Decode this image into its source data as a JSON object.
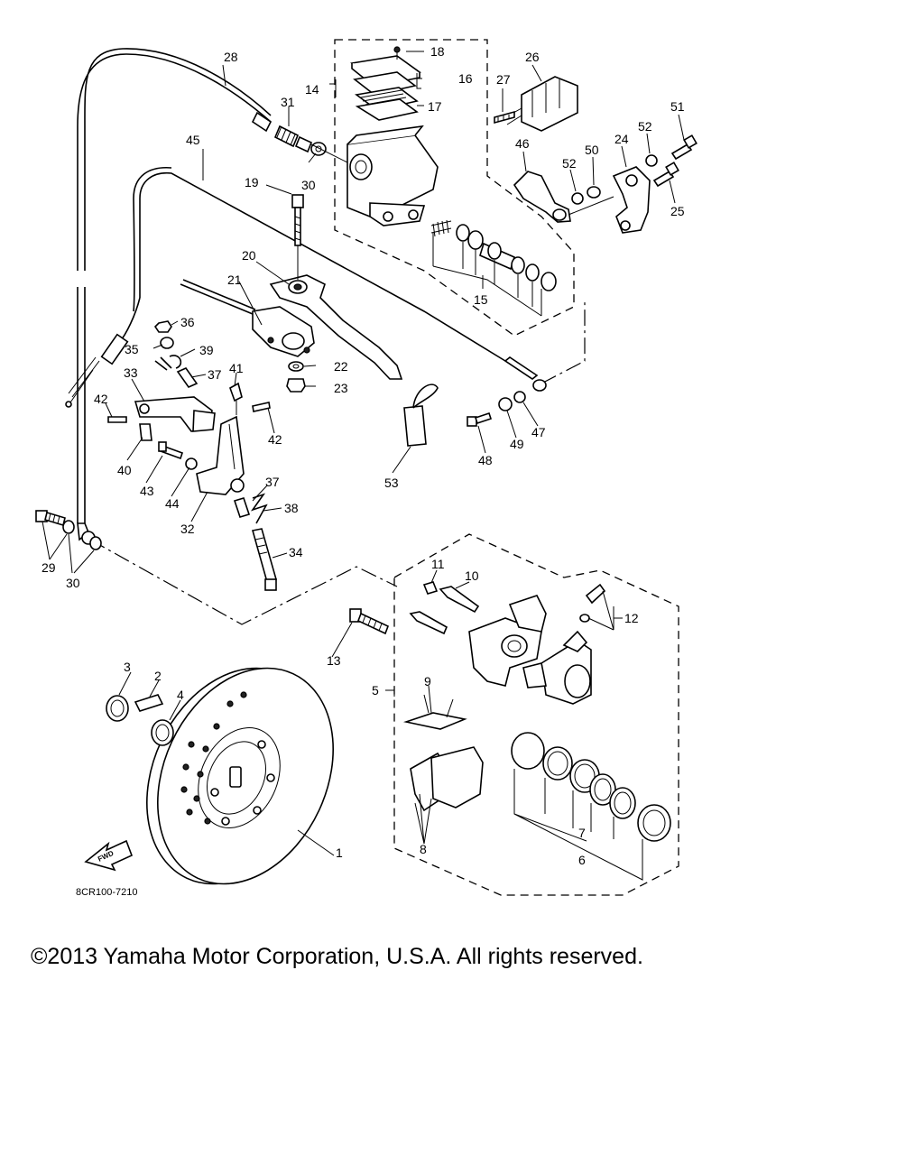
{
  "diagram": {
    "drawing_code": "8CR100-7210",
    "fwd_label": "FWD",
    "callouts": {
      "c1": "1",
      "c2": "2",
      "c3": "3",
      "c4": "4",
      "c5": "5",
      "c6": "6",
      "c7": "7",
      "c8": "8",
      "c9": "9",
      "c10": "10",
      "c11": "11",
      "c12": "12",
      "c13": "13",
      "c14": "14",
      "c15": "15",
      "c16": "16",
      "c17": "17",
      "c18": "18",
      "c19": "19",
      "c20": "20",
      "c21": "21",
      "c22": "22",
      "c23": "23",
      "c24": "24",
      "c25": "25",
      "c26": "26",
      "c27": "27",
      "c28": "28",
      "c29": "29",
      "c30": "30",
      "c31": "31",
      "c32": "32",
      "c33": "33",
      "c34": "34",
      "c35": "35",
      "c36": "36",
      "c37": "37",
      "c38": "38",
      "c39": "39",
      "c40": "40",
      "c41": "41",
      "c42": "42",
      "c43": "43",
      "c44": "44",
      "c45": "45",
      "c46": "46",
      "c47": "47",
      "c48": "48",
      "c49": "49",
      "c50": "50",
      "c51": "51",
      "c52": "52",
      "c53": "53"
    }
  },
  "footer": {
    "copyright": "©2013 Yamaha Motor Corporation, U.S.A. All rights reserved."
  }
}
